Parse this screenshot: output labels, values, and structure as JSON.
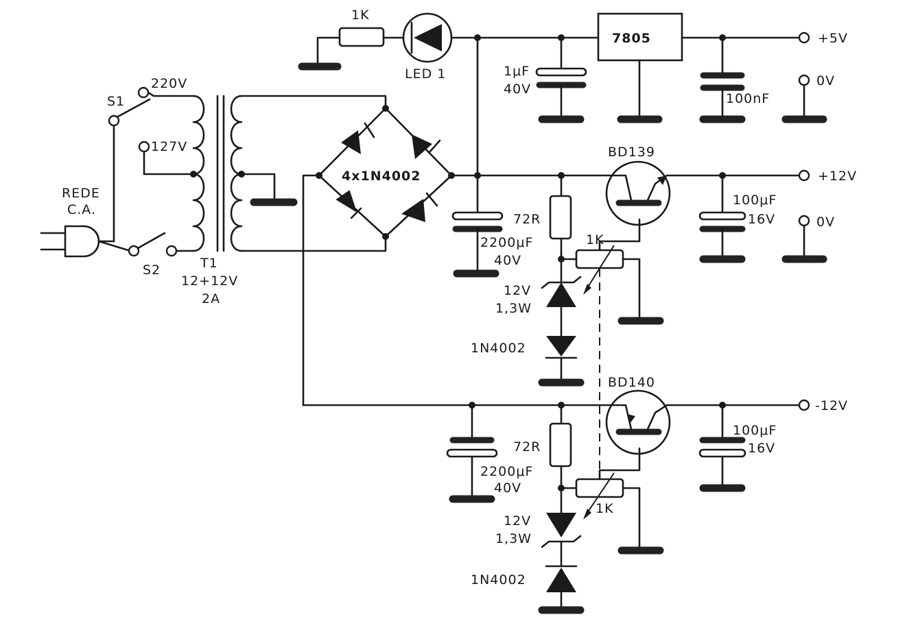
{
  "labels": {
    "r_led": "1K",
    "led": "LED 1",
    "regulator": "7805",
    "out_5v": "+5V",
    "out_0v_a": "0V",
    "c_1uf_val": "1μF",
    "c_1uf_volt": "40V",
    "c_100nf": "100nF",
    "s1": "S1",
    "tap_220": "220V",
    "tap_127": "127V",
    "mains_1": "REDE",
    "mains_2": "C.A.",
    "s2": "S2",
    "t1": "T1",
    "t1_rating": "12+12V",
    "t1_current": "2A",
    "bridge": "4x1N4002",
    "q1": "BD139",
    "out_p12v": "+12V",
    "c_pos_out_val": "100μF",
    "c_pos_out_volt": "16V",
    "out_0v_b": "0V",
    "r_pos_bias": "72R",
    "c_pos_filter_val": "2200μF",
    "c_pos_filter_volt": "40V",
    "pot_pos": "1K",
    "z_pos_volt": "12V",
    "z_pos_power": "1,3W",
    "d_pos": "1N4002",
    "q2": "BD140",
    "out_n12v": "-12V",
    "c_neg_out_val": "100μF",
    "c_neg_out_volt": "16V",
    "r_neg_bias": "72R",
    "c_neg_filter_val": "2200μF",
    "c_neg_filter_volt": "40V",
    "pot_neg": "1K",
    "z_neg_volt": "12V",
    "z_neg_power": "1,3W",
    "d_neg": "1N4002"
  }
}
